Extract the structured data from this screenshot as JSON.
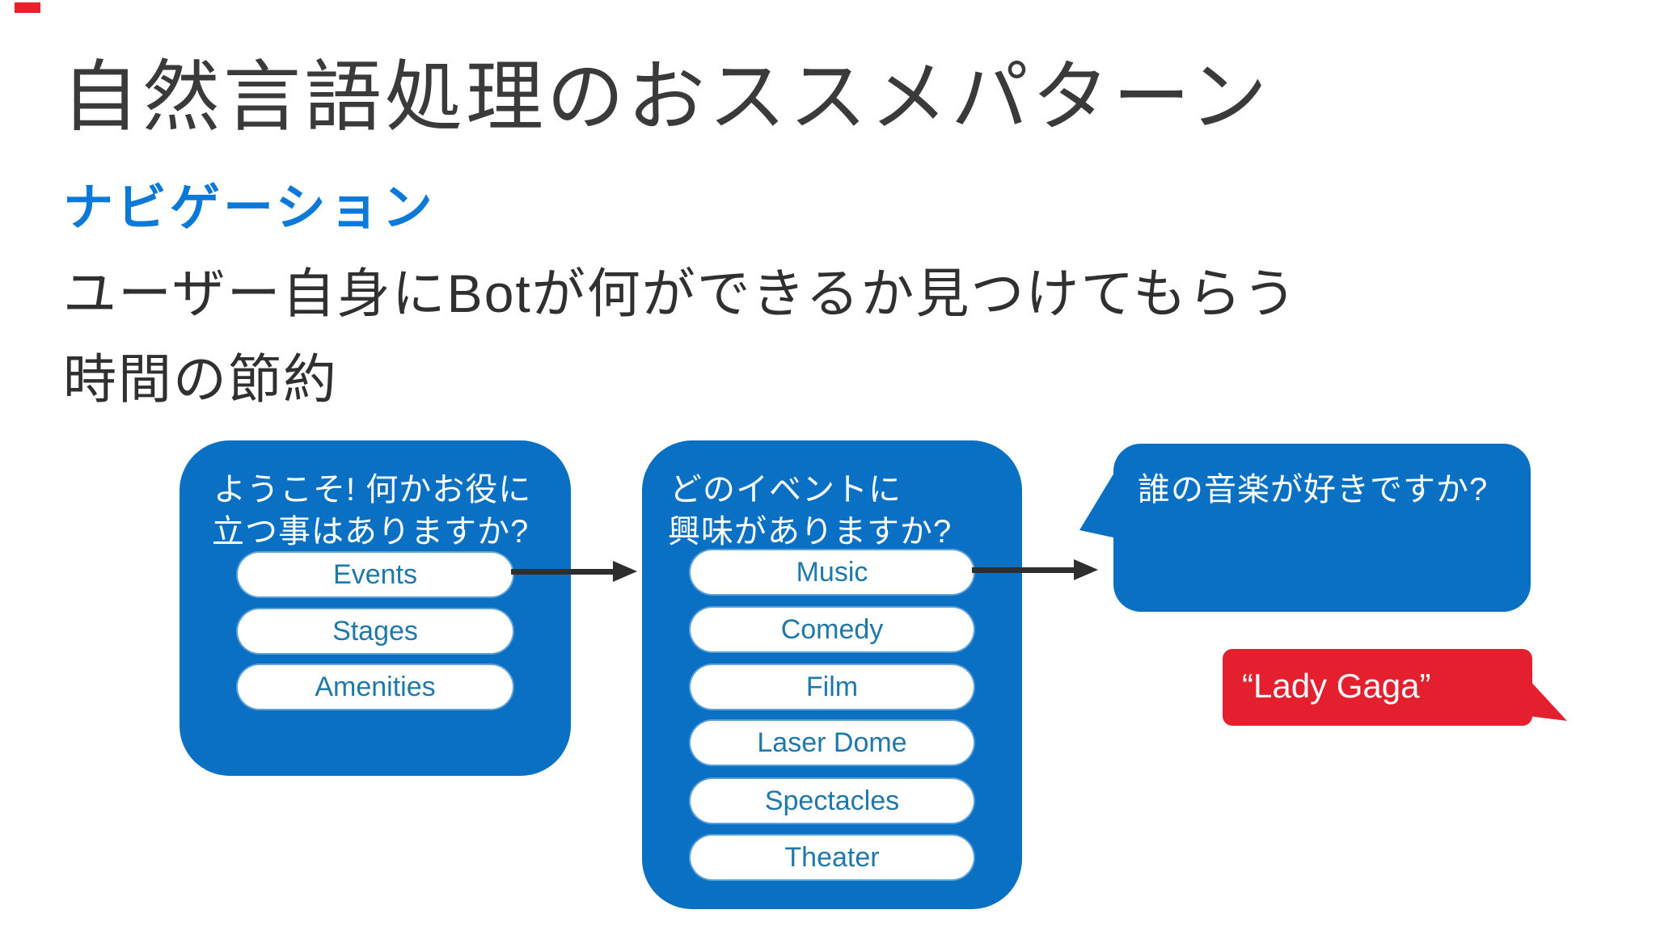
{
  "slide": {
    "title": "自然言語処理のおススメパターン",
    "subtitle": "ナビゲーション",
    "body_line1": "ユーザー自身にBotが何ができるか見つけてもらう",
    "body_line2": "時間の節約",
    "colors": {
      "bubble_blue": "#0a70c4",
      "heading_blue": "#0a79d7",
      "reply_red": "#e5202e",
      "pill_text_blue": "#1e78aa",
      "arrow_dark": "#2e2e2e",
      "title_text": "#3a3a3a",
      "corner_mark_red": "#e8202a"
    }
  },
  "diagram": {
    "bubble1": {
      "question_line1": "ようこそ! 何かお役に",
      "question_line2": "立つ事はありますか?",
      "options": [
        "Events",
        "Stages",
        "Amenities"
      ]
    },
    "bubble2": {
      "question_line1": "どのイベントに",
      "question_line2": "興味がありますか?",
      "options": [
        "Music",
        "Comedy",
        "Film",
        "Laser Dome",
        "Spectacles",
        "Theater"
      ]
    },
    "bubble3": {
      "question": "誰の音楽が好きですか?"
    },
    "reply": {
      "text": "“Lady Gaga”"
    }
  }
}
